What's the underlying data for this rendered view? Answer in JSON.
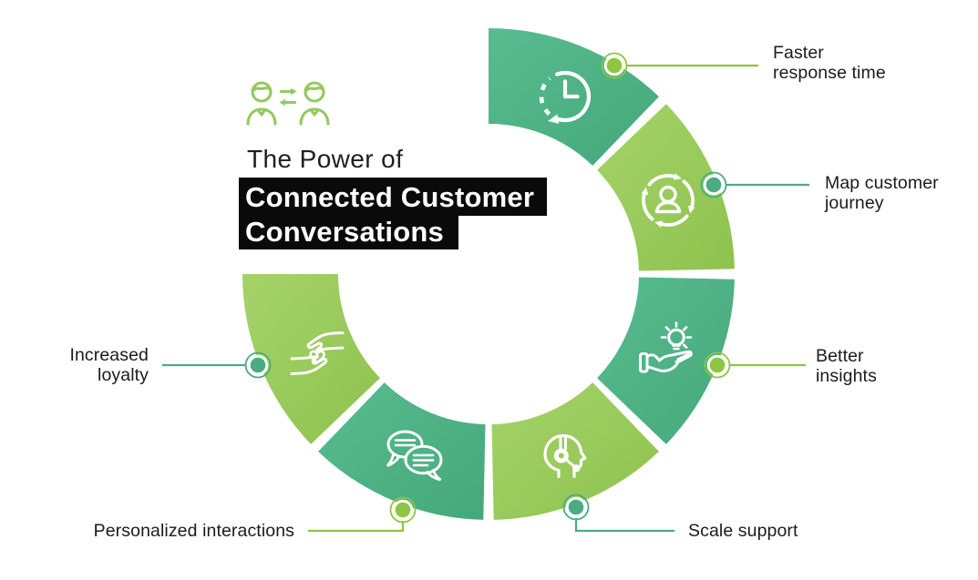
{
  "header": {
    "kicker": "The Power of",
    "title_line1": "Connected Customer",
    "title_line2": "Conversations",
    "icon": "people-exchange-icon"
  },
  "colors": {
    "teal": "#4FB286",
    "teal_gradient": [
      "#58BC90",
      "#44A87B"
    ],
    "green": "#9BCB5F",
    "green_gradient": [
      "#A5D36B",
      "#8EC24D"
    ],
    "accent_green": "#8DC63F",
    "accent_teal": "#49AC82",
    "icon_stroke": "#FFFFFF",
    "people_icon_green": "#93C95F",
    "text": "#1B1B1B",
    "title_bg": "#0A0A0A",
    "title_fg": "#FFFFFF"
  },
  "segments": [
    {
      "label": "Faster\nresponse time",
      "icon": "clock-history-icon",
      "segment_color": "teal",
      "connector_color": "green"
    },
    {
      "label": "Map customer\njourney",
      "icon": "customer-cycle-icon",
      "segment_color": "green",
      "connector_color": "teal"
    },
    {
      "label": "Better\ninsights",
      "icon": "bulb-hand-icon",
      "segment_color": "teal",
      "connector_color": "green"
    },
    {
      "label": "Scale support",
      "icon": "headset-agent-icon",
      "segment_color": "green",
      "connector_color": "teal"
    },
    {
      "label": "Personalized interactions",
      "icon": "chat-bubbles-icon",
      "segment_color": "teal",
      "connector_color": "green"
    },
    {
      "label": "Increased\nloyalty",
      "icon": "hands-heart-icon",
      "segment_color": "green",
      "connector_color": "teal"
    }
  ]
}
